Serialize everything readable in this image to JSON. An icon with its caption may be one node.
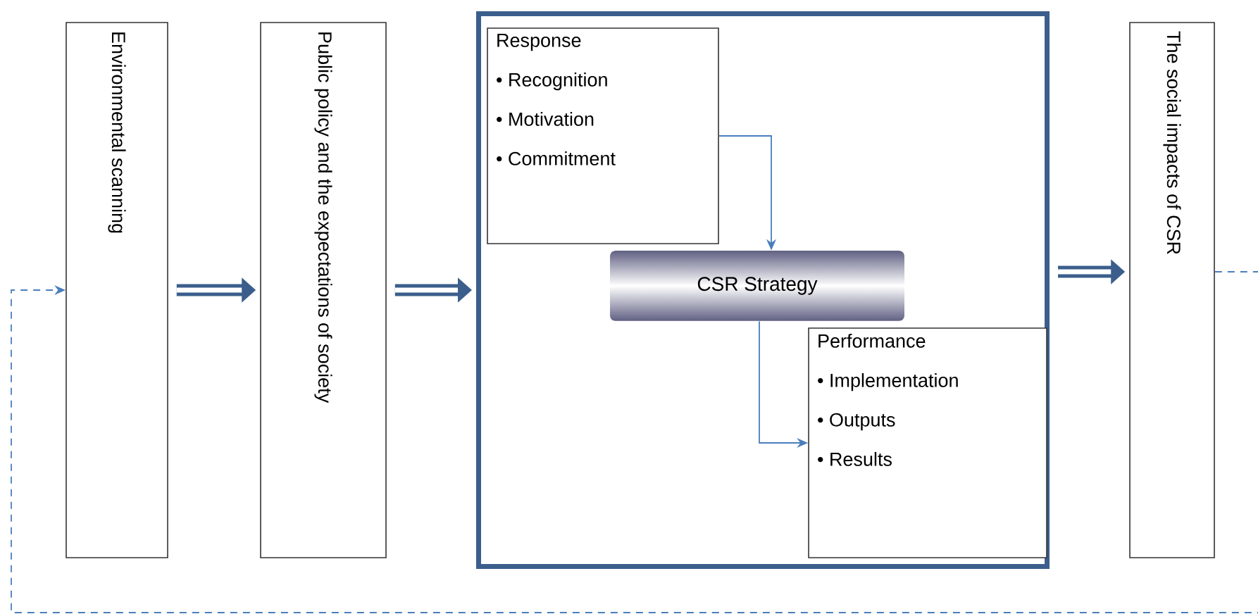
{
  "diagram": {
    "nodes": [
      {
        "text": [
          "Environmental scanning"
        ]
      },
      {
        "text": [
          "Public policy and the expectations of society"
        ]
      },
      {
        "text": [],
        "shape": "box"
      },
      {
        "text": [
          "Response",
          "• Recognition",
          "• Motivation",
          "• Commitment"
        ],
        "in": 2
      },
      {
        "text": [
          "CSR Strategy"
        ],
        "in": 2
      },
      {
        "text": [
          "Performance",
          "• Implementation",
          "• Outputs",
          "• Results"
        ],
        "in": 2
      },
      {
        "text": [
          "The social impacts of CSR"
        ]
      }
    ],
    "edges": [
      {
        "from": 0,
        "to": 1,
        "arrow": "to",
        "style": "thick"
      },
      {
        "from": 1,
        "to": 2,
        "arrow": "to",
        "style": "thick"
      },
      {
        "from": 3,
        "to": 4,
        "arrow": "to",
        "color": "#4a7ebb"
      },
      {
        "from": 4,
        "to": 5,
        "arrow": "to",
        "color": "#4a7ebb"
      },
      {
        "from": 2,
        "to": 6,
        "arrow": "to",
        "style": "thick"
      },
      {
        "from": 6,
        "to": 0,
        "arrow": "to",
        "style": "dashed",
        "color": "#4a7ebb"
      }
    ]
  }
}
